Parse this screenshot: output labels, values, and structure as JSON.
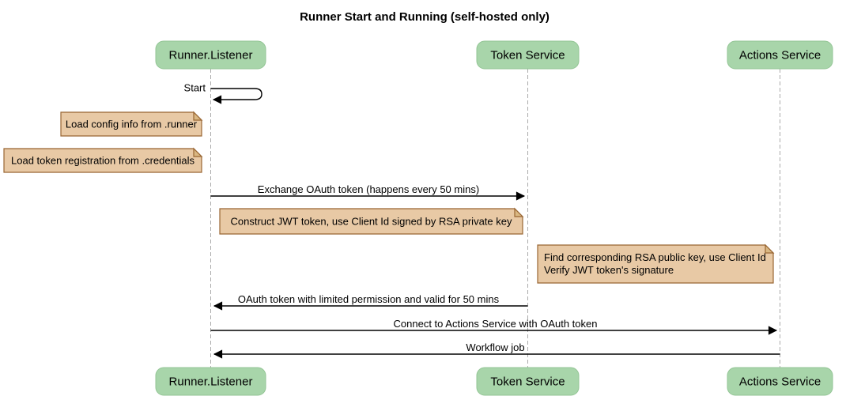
{
  "title": "Runner Start and Running (self-hosted only)",
  "colors": {
    "bg": "#ffffff",
    "text": "#000000",
    "actor-fill": "#a8d5aa",
    "actor-stroke": "#93c595",
    "note-fill": "#e8c9a5",
    "note-stroke": "#996633",
    "note-fold": "#d9b782",
    "lifeline": "#ababab",
    "line": "#000000"
  },
  "participants": [
    {
      "label": "Runner.Listener"
    },
    {
      "label": "Token Service"
    },
    {
      "label": "Actions Service"
    }
  ],
  "messages": [
    {
      "label": "Start",
      "from": "Runner.Listener",
      "to": "Runner.Listener",
      "type": "self"
    },
    {
      "label": "Exchange OAuth token (happens every 50 mins)",
      "from": "Runner.Listener",
      "to": "Token Service",
      "type": "solid"
    },
    {
      "label": "OAuth token with limited permission and valid for 50 mins",
      "from": "Token Service",
      "to": "Runner.Listener",
      "type": "solid"
    },
    {
      "label": "Connect to Actions Service with OAuth token",
      "from": "Runner.Listener",
      "to": "Actions Service",
      "type": "solid"
    },
    {
      "label": "Workflow job",
      "from": "Actions Service",
      "to": "Runner.Listener",
      "type": "solid"
    }
  ],
  "notes": [
    {
      "text": "Load config info from .runner",
      "position": "left of Runner.Listener"
    },
    {
      "text": "Load token registration from .credentials",
      "position": "left of Runner.Listener"
    },
    {
      "text": "Construct JWT token, use Client Id signed by RSA private key",
      "position": "between Runner.Listener and Token Service"
    },
    {
      "lines": [
        "Find corresponding RSA public key, use Client Id",
        "Verify JWT token's signature"
      ],
      "position": "left of Actions Service"
    }
  ]
}
